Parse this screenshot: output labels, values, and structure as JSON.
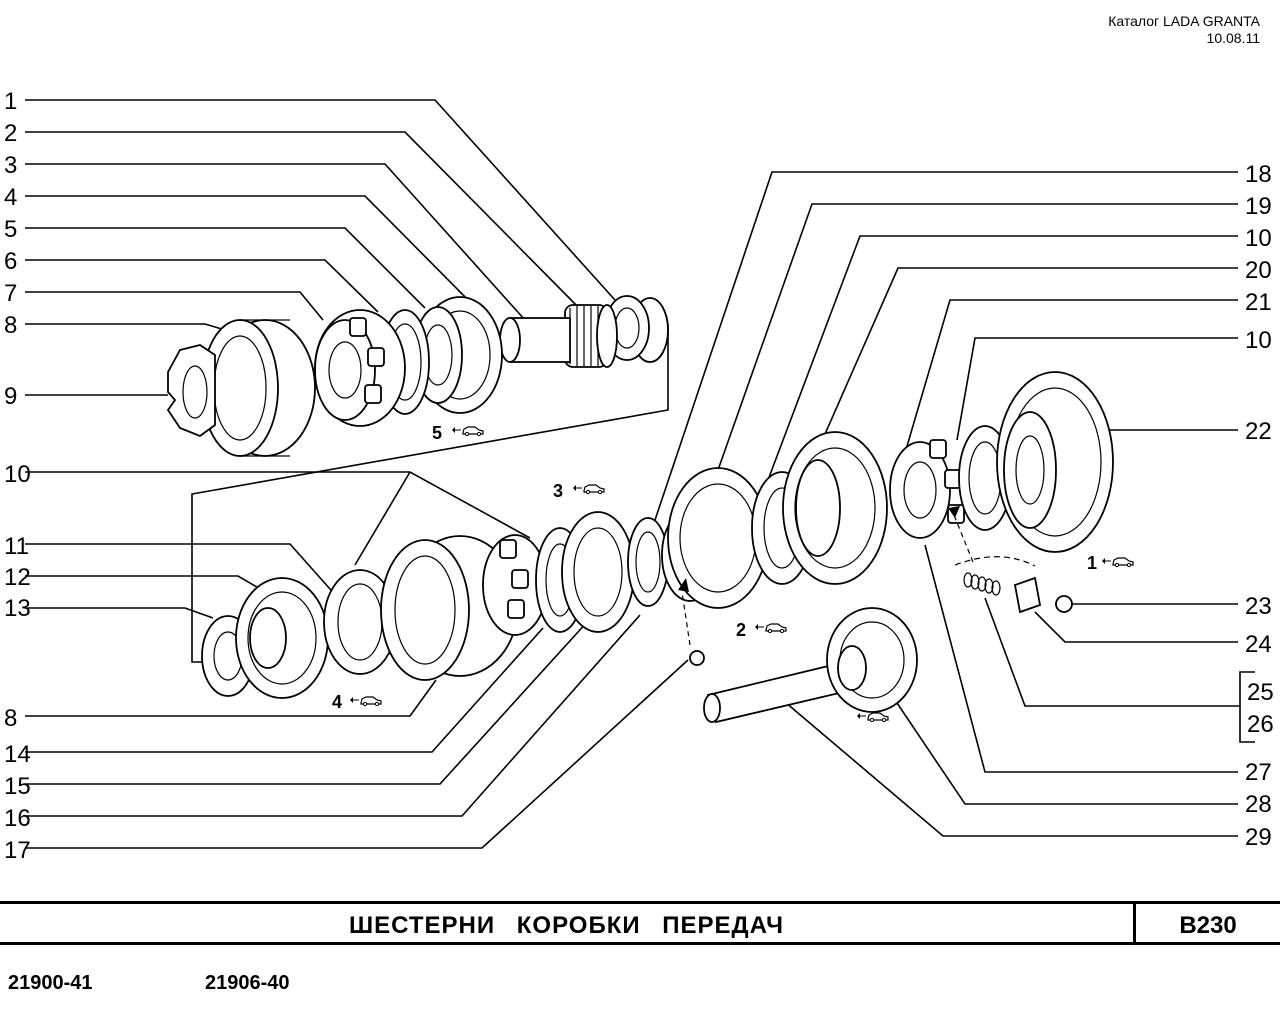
{
  "header": {
    "catalog": "Каталог LADA  GRANTA",
    "date": "10.08.11"
  },
  "callouts_left": [
    "1",
    "2",
    "3",
    "4",
    "5",
    "6",
    "7",
    "8",
    "9",
    "10",
    "11",
    "12",
    "13",
    "8",
    "14",
    "15",
    "16",
    "17"
  ],
  "callouts_right": [
    "18",
    "19",
    "10",
    "20",
    "21",
    "10",
    "22",
    "23",
    "24",
    "25",
    "26",
    "27",
    "28",
    "29"
  ],
  "gear_marks": [
    {
      "number": "5",
      "icon": "car-arrow-icon"
    },
    {
      "number": "3",
      "icon": "car-arrow-icon"
    },
    {
      "number": "4",
      "icon": "car-arrow-icon"
    },
    {
      "number": "2",
      "icon": "car-arrow-icon"
    },
    {
      "number": "1",
      "icon": "car-arrow-icon"
    },
    {
      "number": "",
      "icon": "car-arrow-icon"
    }
  ],
  "footer": {
    "title": "ШЕСТЕРНИ   КОРОБКИ   ПЕРЕДАЧ",
    "code": "B230",
    "models": [
      "21900-41",
      "21906-40"
    ]
  }
}
